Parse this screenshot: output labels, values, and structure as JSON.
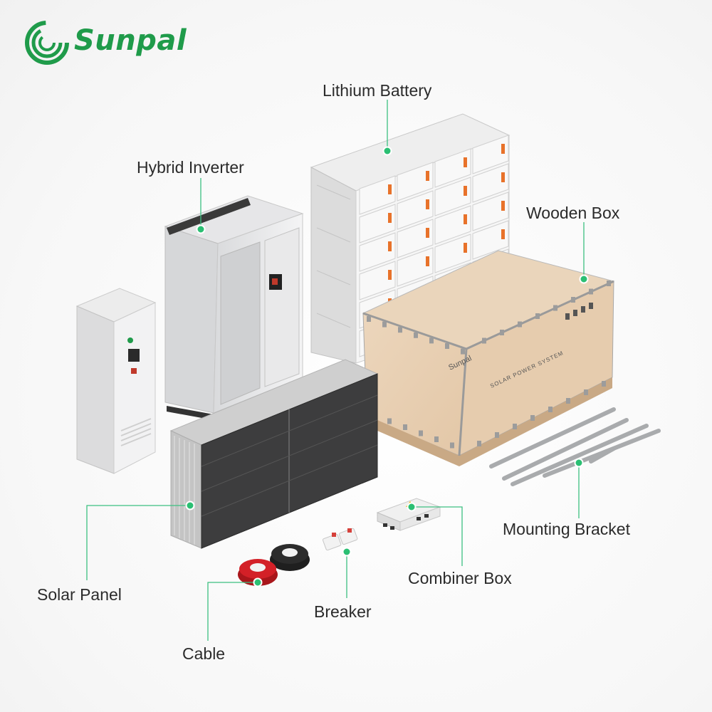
{
  "brand": {
    "name": "Sunpal",
    "color": "#1f9b4a"
  },
  "labels": {
    "lithium_battery": "Lithium Battery",
    "hybrid_inverter": "Hybrid Inverter",
    "wooden_box": "Wooden Box",
    "mounting_bracket": "Mounting Bracket",
    "solar_panel": "Solar Panel",
    "combiner_box": "Combiner Box",
    "breaker": "Breaker",
    "cable": "Cable"
  },
  "wooden_box_print": {
    "brand": "Sunpal",
    "caption": "SOLAR POWER SYSTEM"
  },
  "colors": {
    "marker": "#2bbf73",
    "leader_line": "#3cc081",
    "battery_handle": "#e8722a",
    "wood": "#e8cfb2",
    "panel": "#3a3a3a"
  }
}
